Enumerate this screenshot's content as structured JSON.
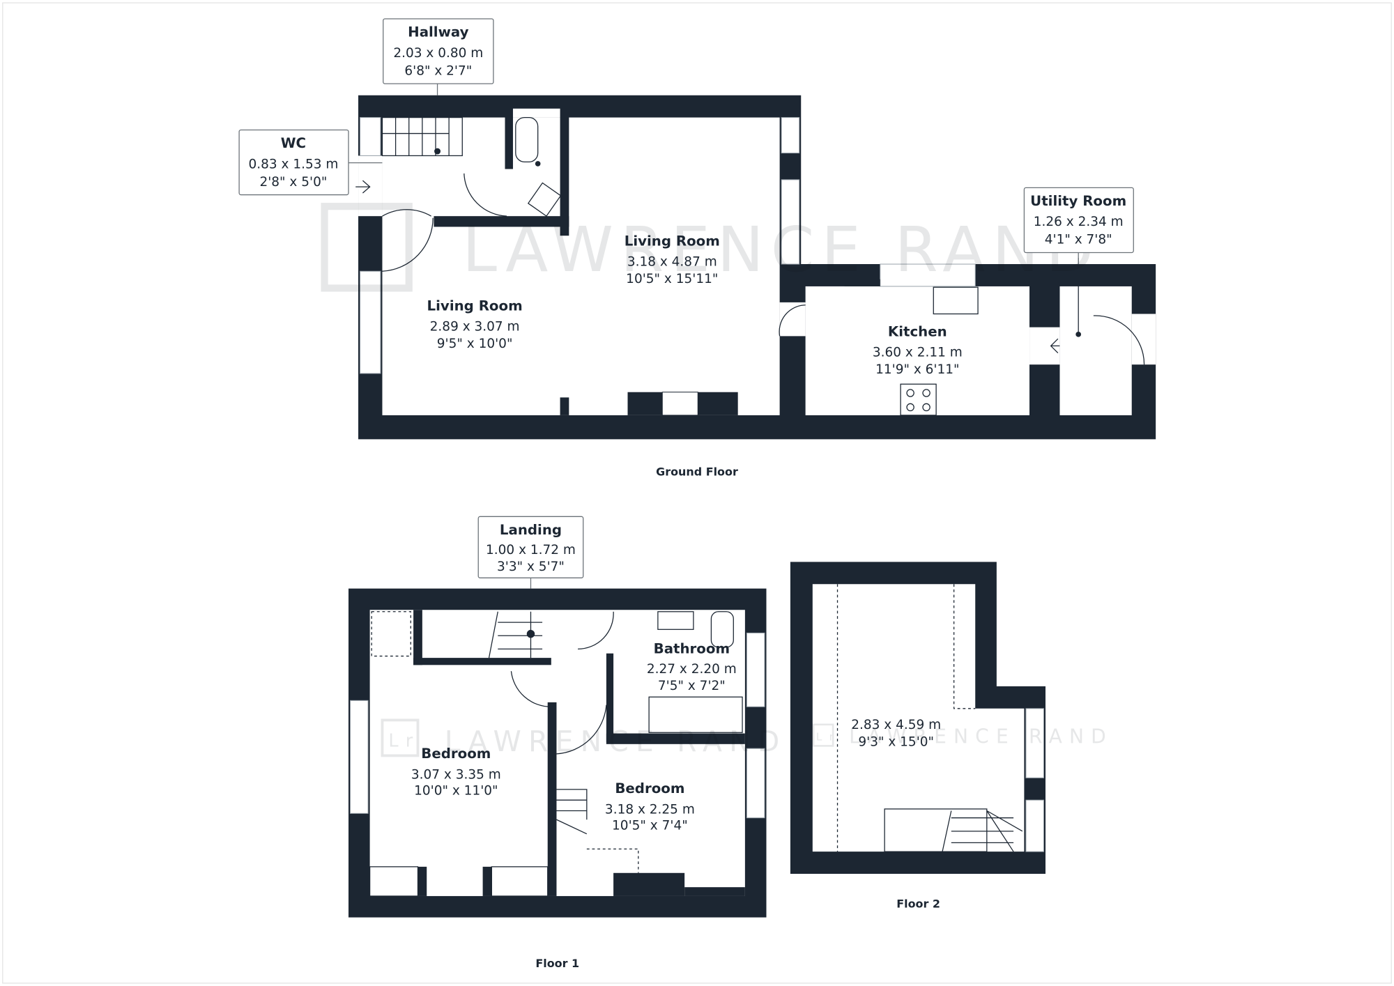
{
  "watermark": {
    "brand": "LAWRENCE RAND",
    "mark": "Lr"
  },
  "colors": {
    "wall": "#1c2632",
    "watermark": "#e6e7e8"
  },
  "floors": [
    {
      "label": "Ground Floor",
      "rooms": [
        {
          "name": "Hallway",
          "metric": "2.03 x 0.80 m",
          "imperial": "6'8\" x 2'7\""
        },
        {
          "name": "WC",
          "metric": "0.83 x 1.53 m",
          "imperial": "2'8\" x 5'0\""
        },
        {
          "name": "Living Room",
          "metric": "3.18 x 4.87 m",
          "imperial": "10'5\" x 15'11\""
        },
        {
          "name": "Living Room",
          "metric": "2.89 x 3.07 m",
          "imperial": "9'5\" x 10'0\""
        },
        {
          "name": "Utility Room",
          "metric": "1.26 x 2.34 m",
          "imperial": "4'1\" x 7'8\""
        },
        {
          "name": "Kitchen",
          "metric": "3.60 x 2.11 m",
          "imperial": "11'9\" x 6'11\""
        }
      ]
    },
    {
      "label": "Floor 1",
      "rooms": [
        {
          "name": "Landing",
          "metric": "1.00 x 1.72 m",
          "imperial": "3'3\" x 5'7\""
        },
        {
          "name": "Bathroom",
          "metric": "2.27 x 2.20 m",
          "imperial": "7'5\" x 7'2\""
        },
        {
          "name": "Bedroom",
          "metric": "3.07 x 3.35 m",
          "imperial": "10'0\" x 11'0\""
        },
        {
          "name": "Bedroom",
          "metric": "3.18 x 2.25 m",
          "imperial": "10'5\" x 7'4\""
        }
      ]
    },
    {
      "label": "Floor 2",
      "rooms": [
        {
          "metric": "2.83 x 4.59 m",
          "imperial": "9'3\" x 15'0\""
        }
      ]
    }
  ]
}
